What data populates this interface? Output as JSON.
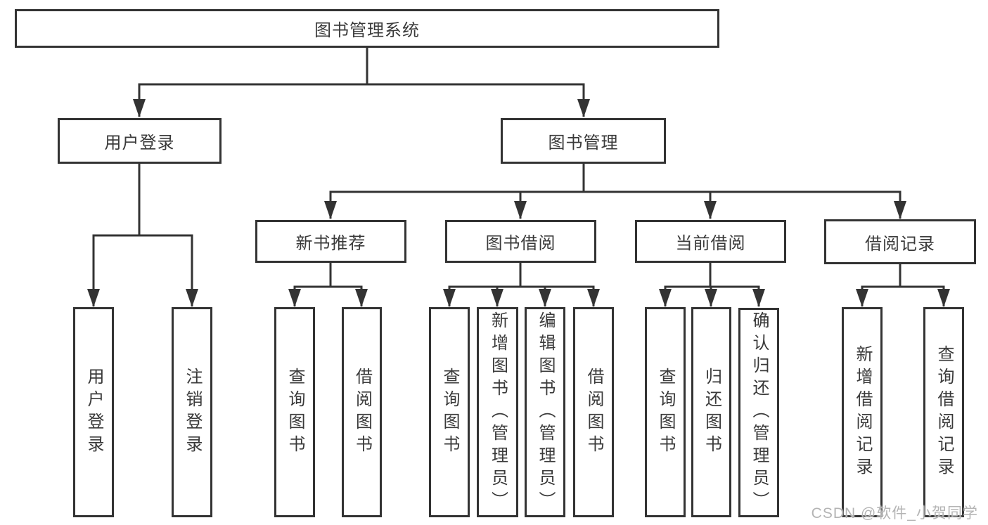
{
  "tree": {
    "label": "图书管理系统",
    "children": [
      {
        "label": "用户登录",
        "children": [
          {
            "label": "用户登录"
          },
          {
            "label": "注销登录"
          }
        ]
      },
      {
        "label": "图书管理",
        "children": [
          {
            "label": "新书推荐",
            "children": [
              {
                "label": "查询图书"
              },
              {
                "label": "借阅图书"
              }
            ]
          },
          {
            "label": "图书借阅",
            "children": [
              {
                "label": "查询图书"
              },
              {
                "label": "新增图书（管理员）"
              },
              {
                "label": "编辑图书（管理员）"
              },
              {
                "label": "借阅图书"
              }
            ]
          },
          {
            "label": "当前借阅",
            "children": [
              {
                "label": "查询图书"
              },
              {
                "label": "归还图书"
              },
              {
                "label": "确认归还（管理员）"
              }
            ]
          },
          {
            "label": "借阅记录",
            "children": [
              {
                "label": "新增借阅记录"
              },
              {
                "label": "查询借阅记录"
              }
            ]
          }
        ]
      }
    ]
  },
  "watermark": "CSDN @软件_小贺同学",
  "colors": {
    "line": "#333333",
    "text": "#3a3a3a",
    "watermark": "#b4b4b4",
    "background": "#ffffff"
  }
}
